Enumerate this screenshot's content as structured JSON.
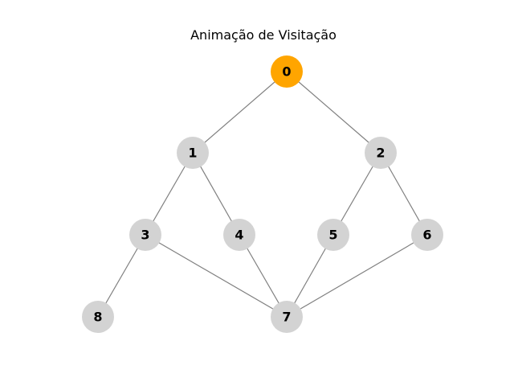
{
  "title": "Animação de Visitação",
  "colors": {
    "visited": "#FFA500",
    "unvisited": "#D3D3D3",
    "edge": "#808080",
    "label": "#000000"
  },
  "graph": {
    "nodes": [
      {
        "id": "0",
        "label": "0",
        "state": "visited"
      },
      {
        "id": "1",
        "label": "1",
        "state": "unvisited"
      },
      {
        "id": "2",
        "label": "2",
        "state": "unvisited"
      },
      {
        "id": "3",
        "label": "3",
        "state": "unvisited"
      },
      {
        "id": "4",
        "label": "4",
        "state": "unvisited"
      },
      {
        "id": "5",
        "label": "5",
        "state": "unvisited"
      },
      {
        "id": "6",
        "label": "6",
        "state": "unvisited"
      },
      {
        "id": "7",
        "label": "7",
        "state": "unvisited"
      },
      {
        "id": "8",
        "label": "8",
        "state": "unvisited"
      }
    ],
    "edges": [
      [
        "0",
        "1"
      ],
      [
        "0",
        "2"
      ],
      [
        "1",
        "3"
      ],
      [
        "1",
        "4"
      ],
      [
        "2",
        "5"
      ],
      [
        "2",
        "6"
      ],
      [
        "3",
        "8"
      ],
      [
        "3",
        "7"
      ],
      [
        "4",
        "7"
      ],
      [
        "5",
        "7"
      ],
      [
        "6",
        "7"
      ]
    ]
  }
}
